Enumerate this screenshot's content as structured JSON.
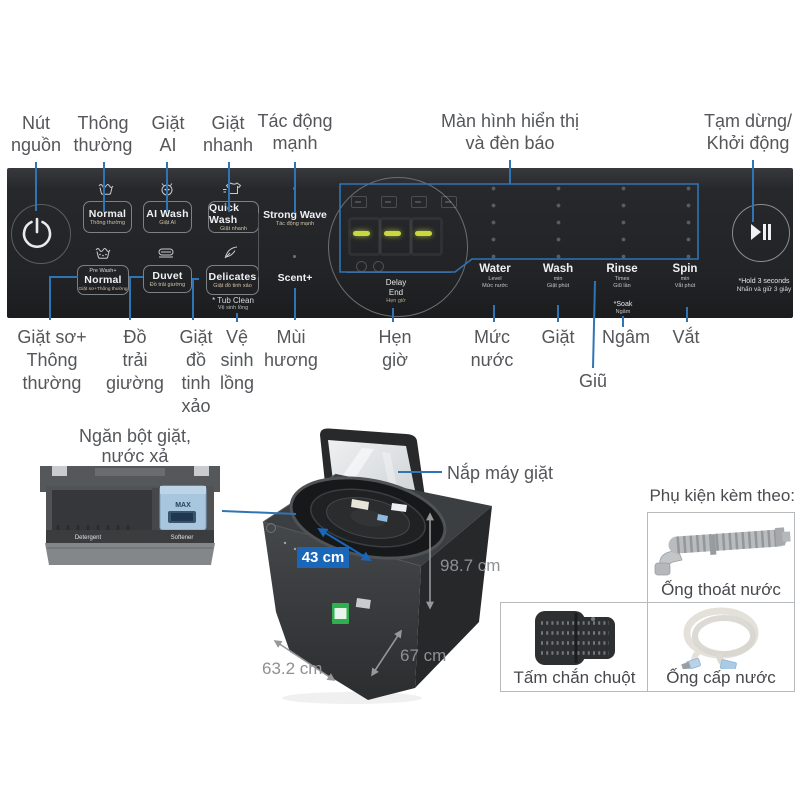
{
  "colors": {
    "annotation_blue": "#2f74b5",
    "badge_blue": "#1a66b8",
    "label_gray": "#54565a",
    "dimension_gray": "#8e9093",
    "panel_background": "#232426",
    "led_green": "#c9d83e",
    "energy_label_green": "#2fb04f",
    "softener_cup_blue": "#a8c6de"
  },
  "callouts": {
    "top": [
      "Nút\nnguồn",
      "Thông\nthường",
      "Giặt\nAI",
      "Giặt\nnhanh",
      "Tác động\nmạnh",
      "Màn hình hiển thị\nvà đèn báo",
      "Tạm dừng/\nKhởi động"
    ],
    "bottom": [
      "Giặt sơ+\nThông\nthường",
      "Đồ\ntrải\ngiường",
      "Giặt\nđồ\ntinh\nxảo",
      "Vệ\nsinh\nlồng",
      "Mùi\nhương",
      "Hẹn\ngiờ",
      "Mức\nnước",
      "Giặt",
      "Giũ",
      "Ngâm",
      "Vắt"
    ]
  },
  "panel": {
    "programs": [
      {
        "name": "Normal",
        "sub": "Thông thường"
      },
      {
        "name": "AI Wash",
        "sub": "Giặt AI"
      },
      {
        "name": "Quick Wash",
        "sub": "Giặt nhanh"
      },
      {
        "pre": "Pre Wash+",
        "name": "Normal",
        "sub": "Giặt sơ+Thông thường"
      },
      {
        "name": "Duvet",
        "sub": "Đồ trải giường"
      },
      {
        "name": "Delicates",
        "sub": "Giặt đồ tinh xảo"
      }
    ],
    "strong_wave": {
      "name": "Strong Wave",
      "sub": "Tác động mạnh"
    },
    "scent": {
      "name": "Scent+"
    },
    "tub_clean": {
      "name": "* Tub Clean",
      "sub": "Vệ sinh lồng"
    },
    "display": {
      "delay": "Delay",
      "end": "End",
      "sub": "Hẹn giờ"
    },
    "status": [
      {
        "name": "Water",
        "unit": "Level",
        "sub": "Mức nước"
      },
      {
        "name": "Wash",
        "unit": "min",
        "sub": "Giặt phút"
      },
      {
        "name": "Rinse",
        "unit": "Times",
        "sub": "Giũ lần"
      },
      {
        "name": "Spin",
        "unit": "min",
        "sub": "Vắt phút"
      }
    ],
    "soak": {
      "name": "*Soak",
      "sub": "Ngâm"
    },
    "hold_note": {
      "line1": "*Hold 3 seconds",
      "line2": "Nhấn và giữ 3 giây"
    }
  },
  "dispenser": {
    "title": "Ngăn bột giặt,\nnước xả",
    "detergent_label": "Detergent",
    "softener_label": "Softener",
    "max_label": "MAX"
  },
  "machine": {
    "lid_label": "Nắp máy giặt",
    "drum_diameter": "43 cm",
    "height": "98.7 cm",
    "depth": "67 cm",
    "width": "63.2 cm"
  },
  "accessories": {
    "title": "Phụ kiện kèm theo:",
    "items": [
      {
        "label": "Ống thoát nước"
      },
      {
        "label": "Tấm chắn chuột"
      },
      {
        "label": "Ống cấp nước"
      }
    ]
  },
  "icons": {
    "power": "power-icon",
    "play_pause": "play-pause-icon",
    "normal": "laundry-tub-icon",
    "ai_wash": "ai-wash-icon",
    "quick_wash": "quick-wash-shirt-icon",
    "pre_wash": "prewash-tub-icon",
    "duvet": "duvet-icon",
    "delicates": "feather-icon"
  }
}
